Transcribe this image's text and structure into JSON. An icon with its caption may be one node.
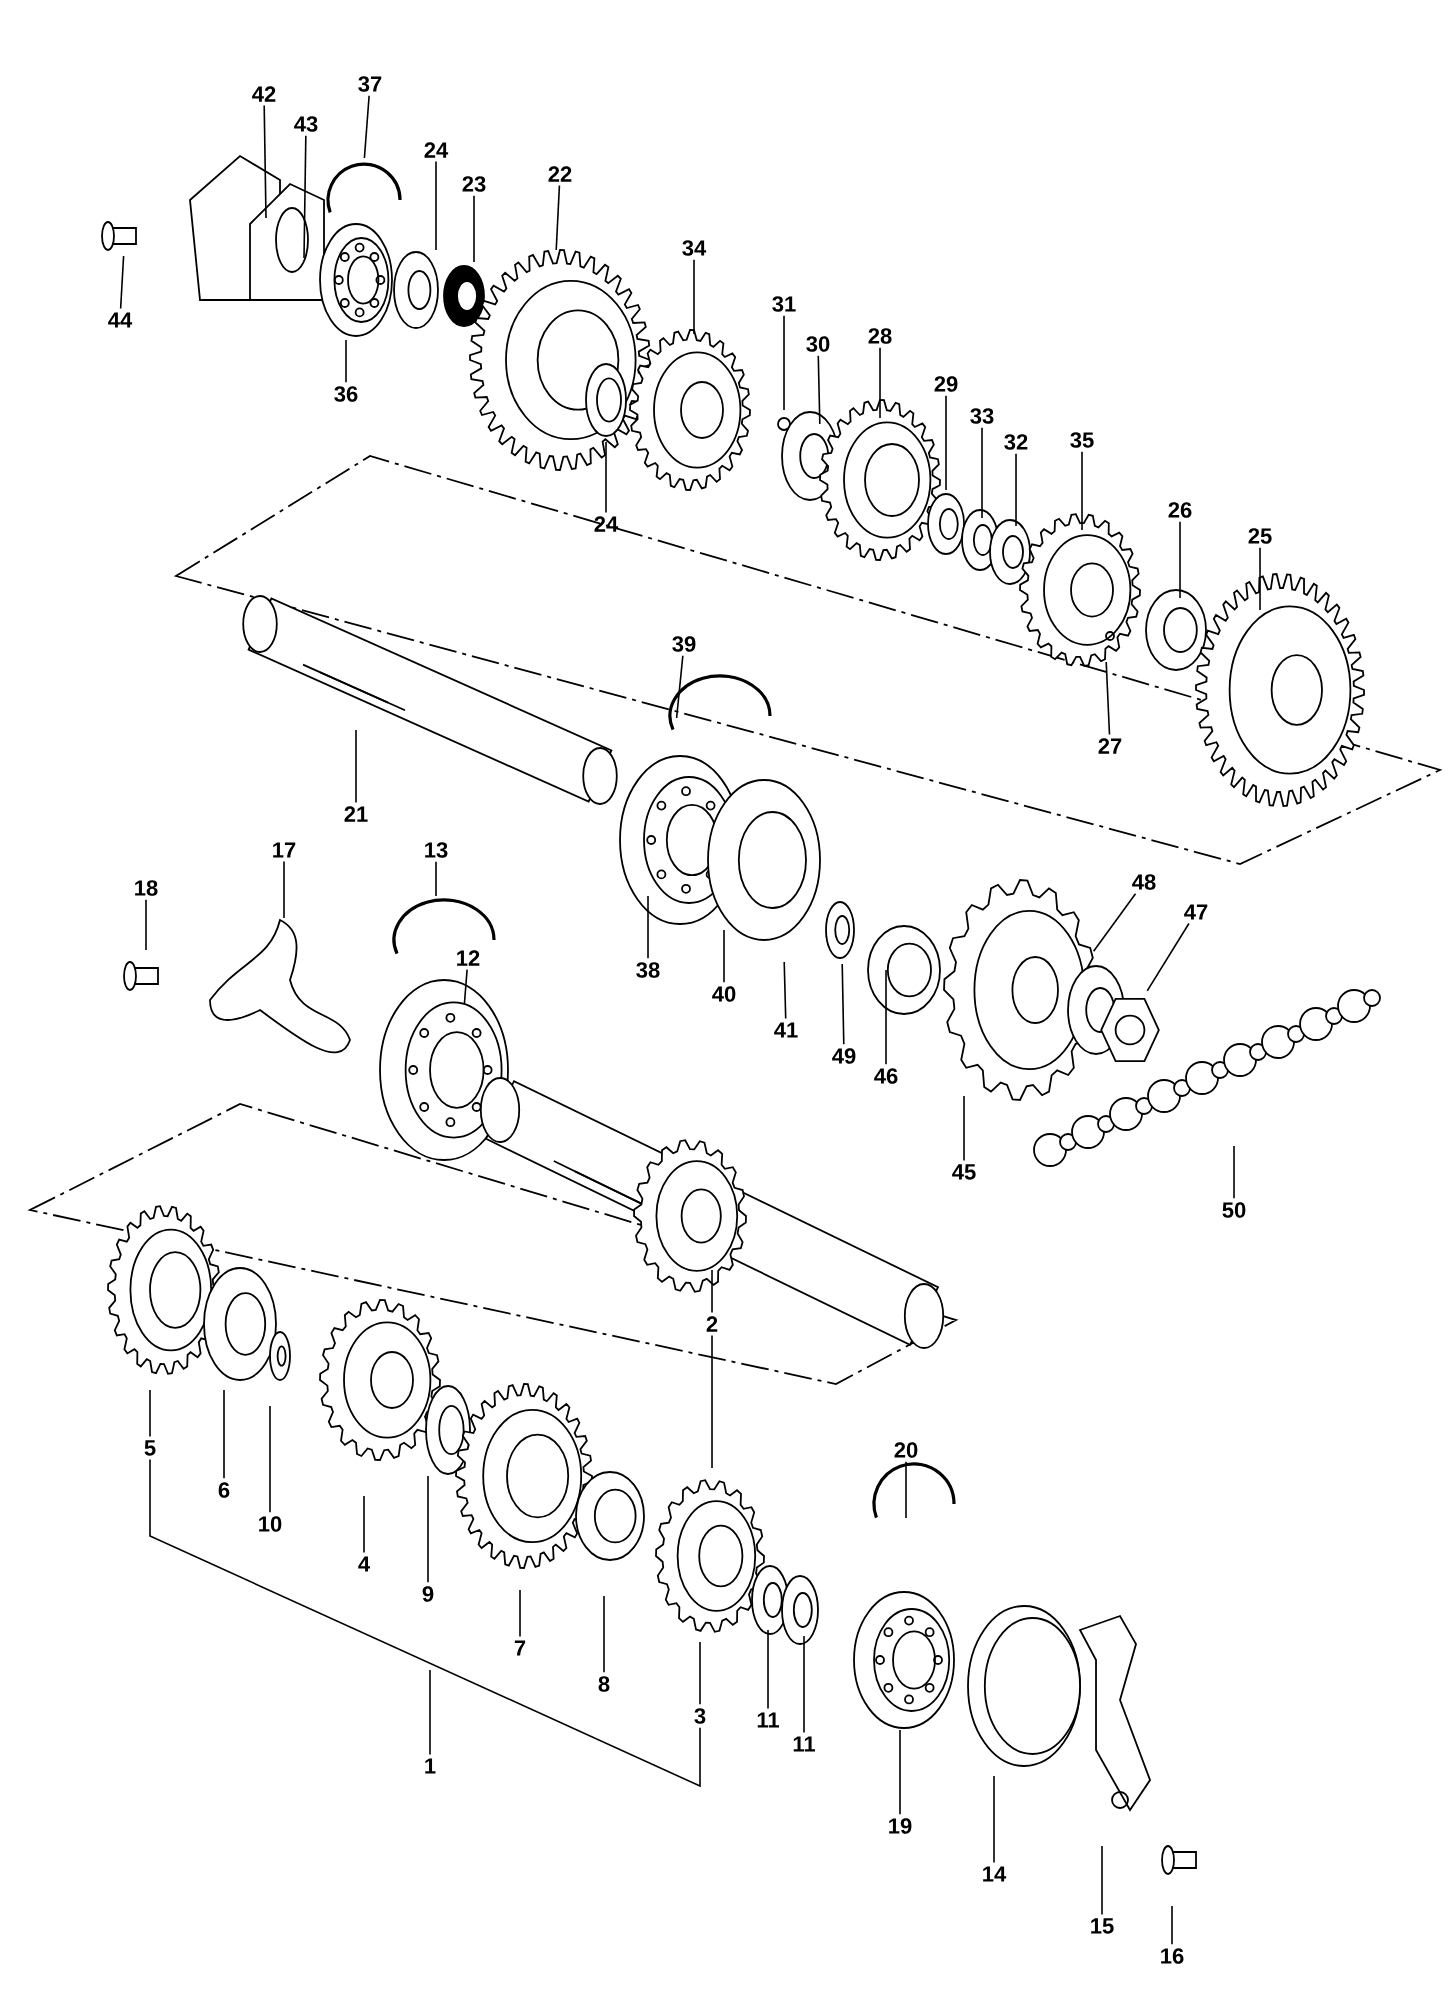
{
  "diagram": {
    "nodes": [
      {
        "text": [
          "42"
        ]
      },
      {
        "text": [
          "43"
        ]
      },
      {
        "text": [
          "37"
        ]
      },
      {
        "text": [
          "24"
        ]
      },
      {
        "text": [
          "23"
        ]
      },
      {
        "text": [
          "22"
        ]
      },
      {
        "text": [
          "44"
        ]
      },
      {
        "text": [
          "36"
        ]
      },
      {
        "text": [
          "34"
        ]
      },
      {
        "text": [
          "24"
        ]
      },
      {
        "text": [
          "31"
        ]
      },
      {
        "text": [
          "30"
        ]
      },
      {
        "text": [
          "28"
        ]
      },
      {
        "text": [
          "29"
        ]
      },
      {
        "text": [
          "33"
        ]
      },
      {
        "text": [
          "32"
        ]
      },
      {
        "text": [
          "35"
        ]
      },
      {
        "text": [
          "26"
        ]
      },
      {
        "text": [
          "25"
        ]
      },
      {
        "text": [
          "27"
        ]
      },
      {
        "text": [
          "39"
        ]
      },
      {
        "text": [
          "21"
        ]
      },
      {
        "text": [
          "38"
        ]
      },
      {
        "text": [
          "40"
        ]
      },
      {
        "text": [
          "41"
        ]
      },
      {
        "text": [
          "49"
        ]
      },
      {
        "text": [
          "46"
        ]
      },
      {
        "text": [
          "48"
        ]
      },
      {
        "text": [
          "47"
        ]
      },
      {
        "text": [
          "45"
        ]
      },
      {
        "text": [
          "50"
        ]
      },
      {
        "text": [
          "17"
        ]
      },
      {
        "text": [
          "18"
        ]
      },
      {
        "text": [
          "13"
        ]
      },
      {
        "text": [
          "12"
        ]
      },
      {
        "text": [
          "2"
        ]
      },
      {
        "text": [
          "5"
        ]
      },
      {
        "text": [
          "6"
        ]
      },
      {
        "text": [
          "10"
        ]
      },
      {
        "text": [
          "4"
        ]
      },
      {
        "text": [
          "9"
        ]
      },
      {
        "text": [
          "7"
        ]
      },
      {
        "text": [
          "8"
        ]
      },
      {
        "text": [
          "3"
        ]
      },
      {
        "text": [
          "11"
        ]
      },
      {
        "text": [
          "11"
        ]
      },
      {
        "text": [
          "1"
        ]
      },
      {
        "text": [
          "20"
        ]
      },
      {
        "text": [
          "19"
        ]
      },
      {
        "text": [
          "14"
        ]
      },
      {
        "text": [
          "15"
        ]
      },
      {
        "text": [
          "16"
        ]
      }
    ],
    "edges": [
      {
        "from": 0,
        "to": null,
        "arrow": "none"
      },
      {
        "from": 1,
        "to": null,
        "arrow": "none"
      },
      {
        "from": 2,
        "to": null,
        "arrow": "none"
      },
      {
        "from": 3,
        "to": null,
        "arrow": "none"
      },
      {
        "from": 4,
        "to": null,
        "arrow": "none"
      },
      {
        "from": 5,
        "to": null,
        "arrow": "none"
      },
      {
        "from": 6,
        "to": null,
        "arrow": "none"
      },
      {
        "from": 7,
        "to": null,
        "arrow": "none"
      },
      {
        "from": 8,
        "to": null,
        "arrow": "none"
      },
      {
        "from": 9,
        "to": null,
        "arrow": "none"
      },
      {
        "from": 10,
        "to": null,
        "arrow": "none"
      },
      {
        "from": 11,
        "to": null,
        "arrow": "none"
      },
      {
        "from": 12,
        "to": null,
        "arrow": "none"
      },
      {
        "from": 13,
        "to": null,
        "arrow": "none"
      },
      {
        "from": 14,
        "to": null,
        "arrow": "none"
      },
      {
        "from": 15,
        "to": null,
        "arrow": "none"
      },
      {
        "from": 16,
        "to": null,
        "arrow": "none"
      },
      {
        "from": 17,
        "to": null,
        "arrow": "none"
      },
      {
        "from": 18,
        "to": null,
        "arrow": "none"
      },
      {
        "from": 19,
        "to": null,
        "arrow": "none"
      },
      {
        "from": 20,
        "to": null,
        "arrow": "none"
      },
      {
        "from": 21,
        "to": null,
        "arrow": "none"
      },
      {
        "from": 22,
        "to": null,
        "arrow": "none"
      },
      {
        "from": 23,
        "to": null,
        "arrow": "none"
      },
      {
        "from": 24,
        "to": null,
        "arrow": "none"
      },
      {
        "from": 25,
        "to": null,
        "arrow": "none"
      },
      {
        "from": 26,
        "to": null,
        "arrow": "none"
      },
      {
        "from": 27,
        "to": null,
        "arrow": "none"
      },
      {
        "from": 28,
        "to": null,
        "arrow": "none"
      },
      {
        "from": 29,
        "to": null,
        "arrow": "none"
      },
      {
        "from": 30,
        "to": null,
        "arrow": "none"
      },
      {
        "from": 31,
        "to": null,
        "arrow": "none"
      },
      {
        "from": 32,
        "to": null,
        "arrow": "none"
      },
      {
        "from": 33,
        "to": null,
        "arrow": "none"
      },
      {
        "from": 34,
        "to": null,
        "arrow": "none"
      },
      {
        "from": 35,
        "to": null,
        "arrow": "none"
      },
      {
        "from": 36,
        "to": null,
        "arrow": "none"
      },
      {
        "from": 37,
        "to": null,
        "arrow": "none"
      },
      {
        "from": 38,
        "to": null,
        "arrow": "none"
      },
      {
        "from": 39,
        "to": null,
        "arrow": "none"
      },
      {
        "from": 40,
        "to": null,
        "arrow": "none"
      },
      {
        "from": 41,
        "to": null,
        "arrow": "none"
      },
      {
        "from": 42,
        "to": null,
        "arrow": "none"
      },
      {
        "from": 43,
        "to": null,
        "arrow": "none"
      },
      {
        "from": 44,
        "to": null,
        "arrow": "none"
      },
      {
        "from": 45,
        "to": null,
        "arrow": "none"
      },
      {
        "from": 46,
        "to": null,
        "arrow": "none"
      },
      {
        "from": 47,
        "to": null,
        "arrow": "none"
      },
      {
        "from": 48,
        "to": null,
        "arrow": "none"
      },
      {
        "from": 49,
        "to": null,
        "arrow": "none"
      },
      {
        "from": 50,
        "to": null,
        "arrow": "none"
      },
      {
        "from": 51,
        "to": null,
        "arrow": "none"
      },
      {
        "from": 35,
        "to": null,
        "arrow": "none"
      },
      {
        "from": 36,
        "to": 43,
        "arrow": "none"
      }
    ]
  }
}
